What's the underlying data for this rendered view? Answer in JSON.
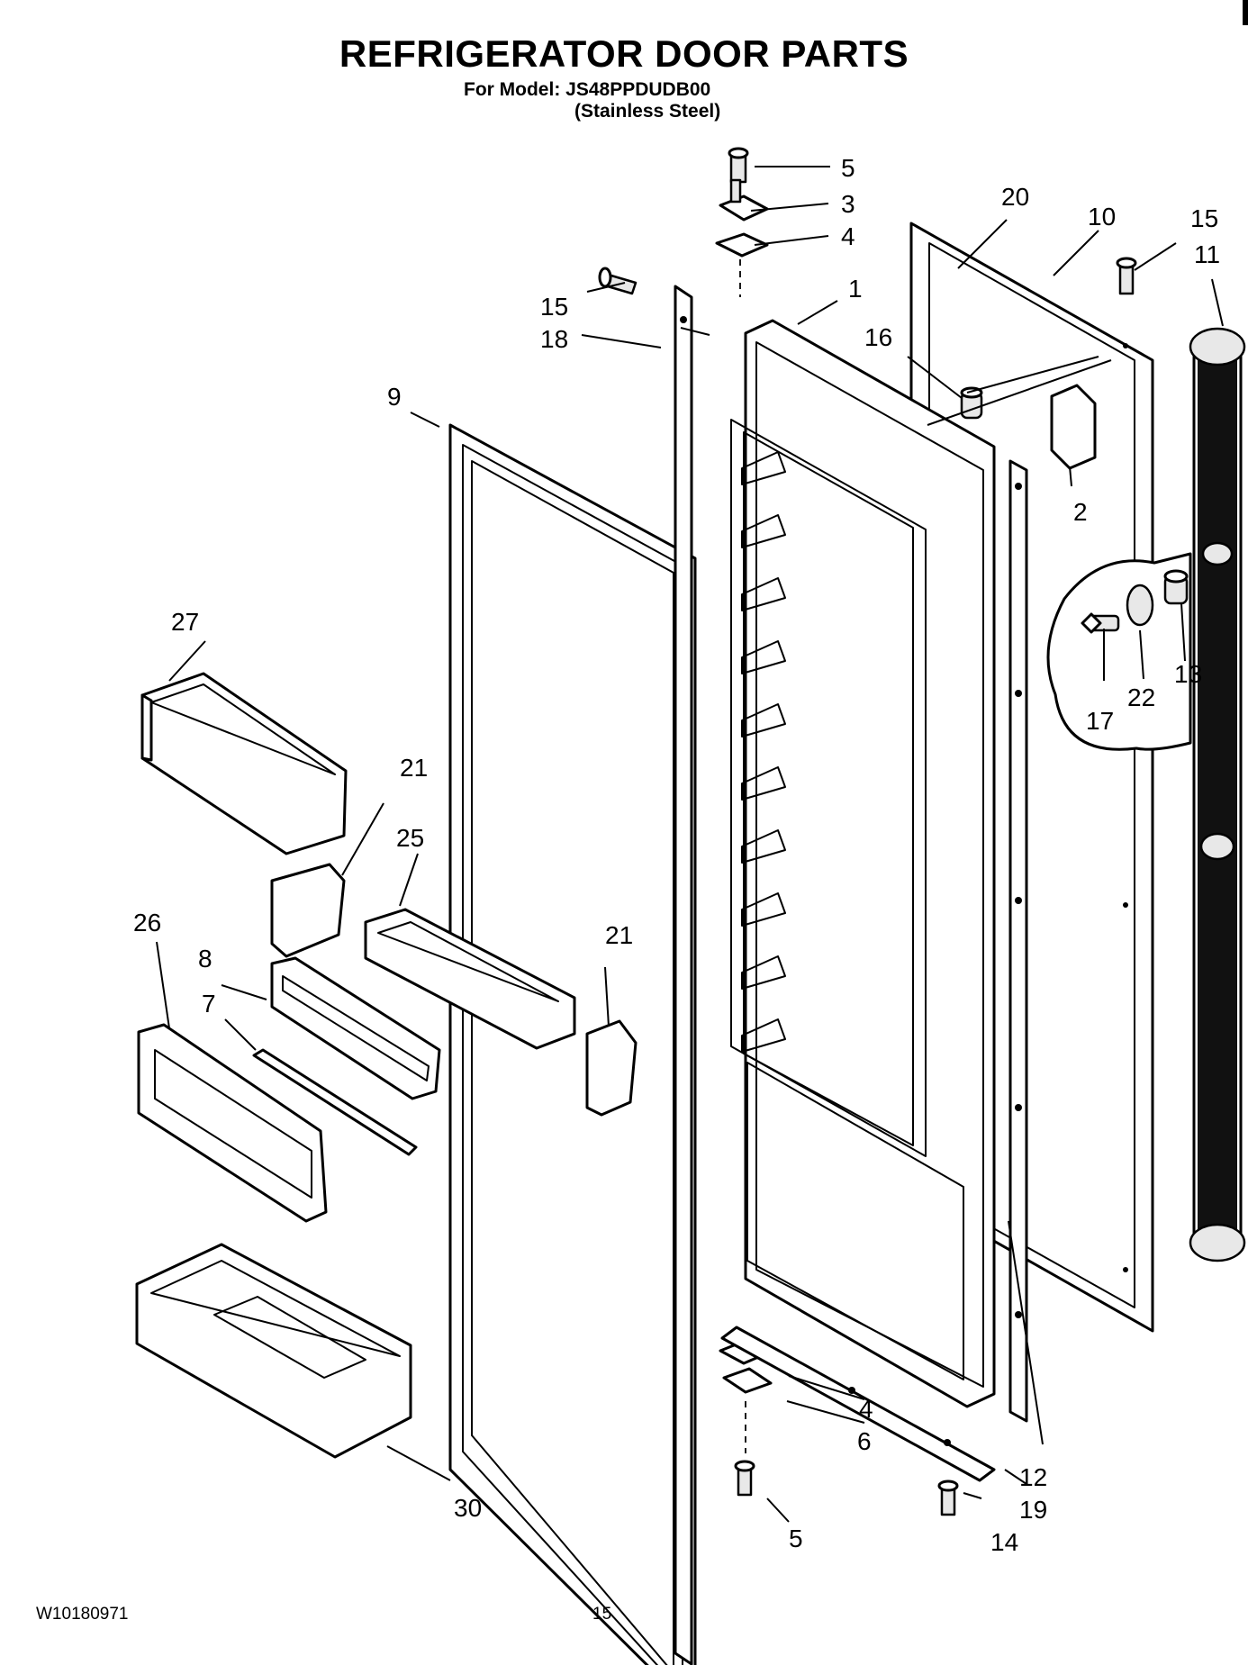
{
  "header": {
    "title": "REFRIGERATOR DOOR PARTS",
    "model_line": "For Model: JS48PPDUDB00",
    "finish_line": "(Stainless Steel)"
  },
  "footer": {
    "doc_number": "W10180971",
    "page_number": "15"
  },
  "callouts": {
    "c1": "1",
    "c2": "2",
    "c3": "3",
    "c4a": "4",
    "c4b": "4",
    "c5a": "5",
    "c5b": "5",
    "c6": "6",
    "c7": "7",
    "c8": "8",
    "c9": "9",
    "c10": "10",
    "c11": "11",
    "c12": "12",
    "c13": "13",
    "c14": "14",
    "c15a": "15",
    "c15b": "15",
    "c16": "16",
    "c17": "17",
    "c18": "18",
    "c19": "19",
    "c20": "20",
    "c21a": "21",
    "c21b": "21",
    "c22": "22",
    "c25": "25",
    "c26": "26",
    "c27": "27",
    "c30": "30"
  }
}
